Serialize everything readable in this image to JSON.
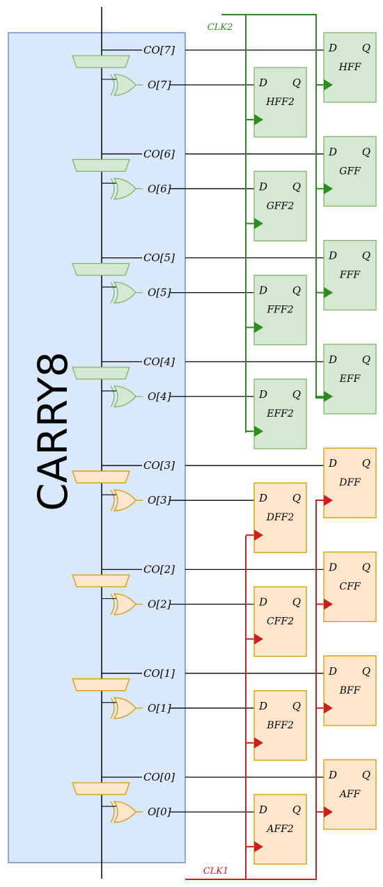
{
  "block": {
    "title": "CARRY8"
  },
  "clocks": {
    "clk2": "CLK2",
    "clk1": "CLK1"
  },
  "colors": {
    "carry_fill": "#dae8fc",
    "carry_stroke": "#6c8ebf",
    "green_fill": "#d5e8d4",
    "green_stroke": "#82b366",
    "green_wire": "#2e8b1f",
    "orange_fill": "#ffe6cc",
    "orange_stroke": "#d79b00",
    "red_wire": "#cc1f1f",
    "wire": "#000000"
  },
  "stages": [
    {
      "co": "CO[7]",
      "o": "O[7]",
      "ff": "HFF",
      "ff2": "HFF2",
      "group": "green"
    },
    {
      "co": "CO[6]",
      "o": "O[6]",
      "ff": "GFF",
      "ff2": "GFF2",
      "group": "green"
    },
    {
      "co": "CO[5]",
      "o": "O[5]",
      "ff": "FFF",
      "ff2": "FFF2",
      "group": "green"
    },
    {
      "co": "CO[4]",
      "o": "O[4]",
      "ff": "EFF",
      "ff2": "EFF2",
      "group": "green"
    },
    {
      "co": "CO[3]",
      "o": "O[3]",
      "ff": "DFF",
      "ff2": "DFF2",
      "group": "orange"
    },
    {
      "co": "CO[2]",
      "o": "O[2]",
      "ff": "CFF",
      "ff2": "CFF2",
      "group": "orange"
    },
    {
      "co": "CO[1]",
      "o": "O[1]",
      "ff": "BFF",
      "ff2": "BFF2",
      "group": "orange"
    },
    {
      "co": "CO[0]",
      "o": "O[0]",
      "ff": "AFF",
      "ff2": "AFF2",
      "group": "orange"
    }
  ],
  "ff_pins": {
    "d": "D",
    "q": "Q"
  }
}
